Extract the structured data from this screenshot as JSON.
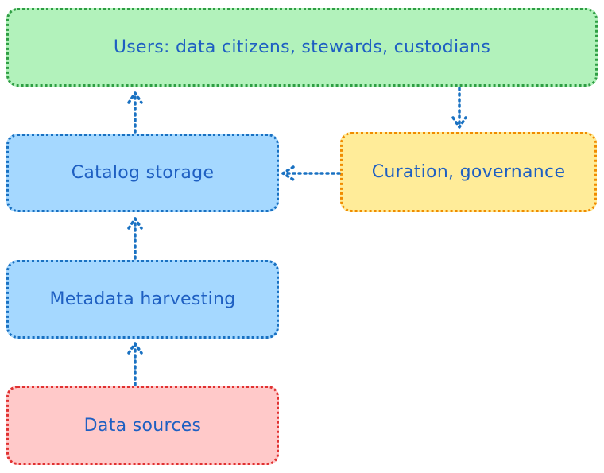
{
  "nodes": {
    "users": {
      "label": "Users: data citizens, stewards, custodians"
    },
    "catalog_storage": {
      "label": "Catalog storage"
    },
    "curation": {
      "label": "Curation, governance"
    },
    "metadata_harvesting": {
      "label": "Metadata harvesting"
    },
    "data_sources": {
      "label": "Data sources"
    }
  },
  "edges": [
    {
      "from": "data_sources",
      "to": "metadata_harvesting"
    },
    {
      "from": "metadata_harvesting",
      "to": "catalog_storage"
    },
    {
      "from": "catalog_storage",
      "to": "users"
    },
    {
      "from": "users",
      "to": "curation"
    },
    {
      "from": "curation",
      "to": "catalog_storage"
    }
  ],
  "colors": {
    "text": "#1e5fc2",
    "arrow": "#1971c2",
    "users_fill": "#b2f2bb",
    "users_border": "#2f9e44",
    "storage_fill": "#a5d8ff",
    "storage_border": "#1971c2",
    "curation_fill": "#ffec99",
    "curation_border": "#f08c00",
    "sources_fill": "#ffc9c9",
    "sources_border": "#e03131"
  }
}
